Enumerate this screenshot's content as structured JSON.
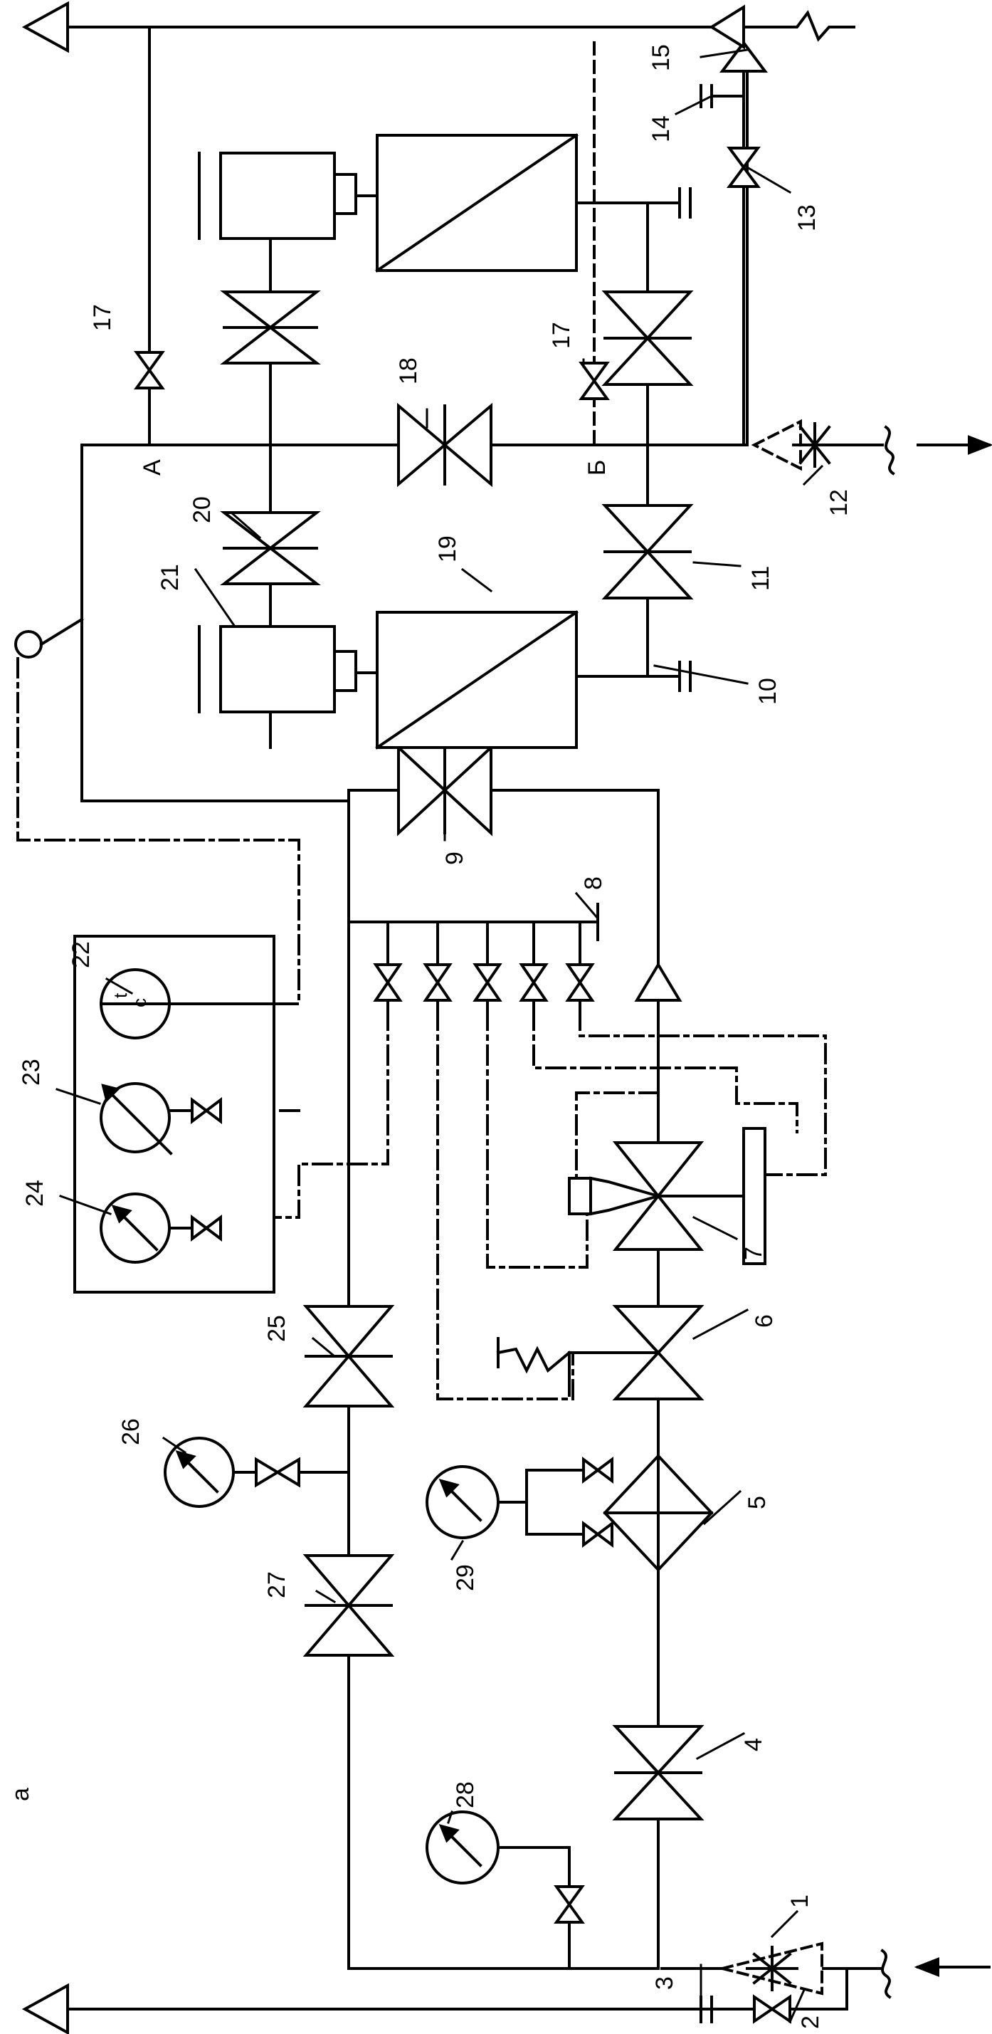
{
  "figure": {
    "label": "а"
  },
  "markers": {
    "a": "А",
    "b": "Б"
  },
  "labels": {
    "n1": "1",
    "n2": "2",
    "n3": "3",
    "n4": "4",
    "n5": "5",
    "n6": "6",
    "n7": "7",
    "n8": "8",
    "n9": "9",
    "n10": "10",
    "n11": "11",
    "n12": "12",
    "n13": "13",
    "n14": "14",
    "n15": "15",
    "n17a": "17",
    "n17b": "17",
    "n18": "18",
    "n19": "19",
    "n20": "20",
    "n21": "21",
    "n22": "22",
    "n23": "23",
    "n24": "24",
    "n25": "25",
    "n26": "26",
    "n27": "27",
    "n28": "28",
    "n29": "29"
  },
  "instrument": {
    "t": "t",
    "c": "c"
  }
}
